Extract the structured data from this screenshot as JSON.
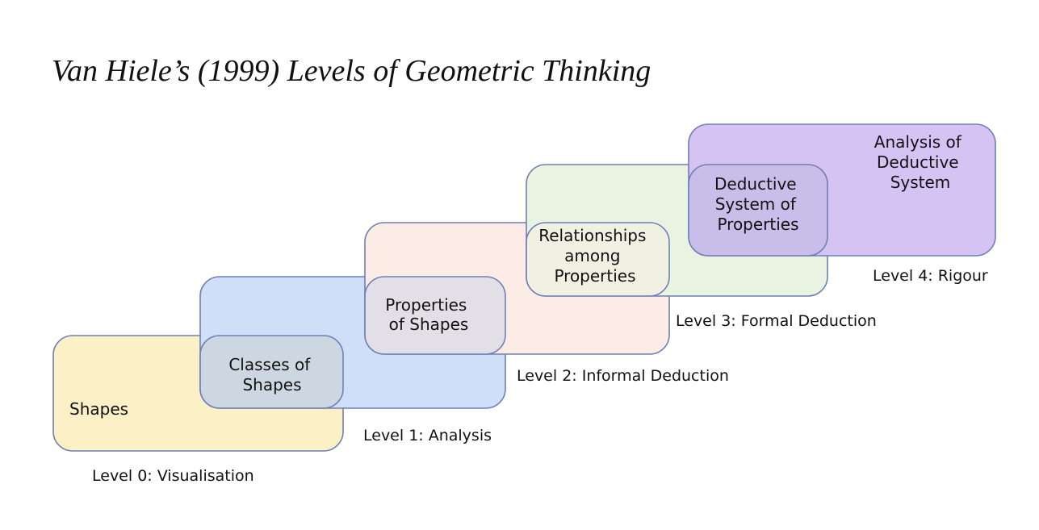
{
  "title": "Van Hiele’s (1999) Levels of Geometric Thinking",
  "colors": {
    "stroke": "#6f7fb6",
    "level0": "#fbf0c6",
    "level1": "#cfdff8",
    "level2": "#fcece6",
    "level3": "#e9f3e2",
    "level4": "#d5c3f3",
    "overlap01": "#cdd7e1",
    "overlap12": "#e2dfe7",
    "overlap23": "#f0f1e3",
    "overlap34": "#c9bde9"
  },
  "boxes": [
    {
      "id": "level-0",
      "level_label": "Level 0: Visualisation",
      "content_label": [
        "Shapes"
      ]
    },
    {
      "id": "level-1",
      "level_label": "Level 1: Analysis",
      "content_label": [
        "Classes of",
        "Shapes"
      ]
    },
    {
      "id": "level-2",
      "level_label": "Level 2: Informal Deduction",
      "content_label": [
        "Properties",
        "of Shapes"
      ]
    },
    {
      "id": "level-3",
      "level_label": "Level 3: Formal Deduction",
      "content_label": [
        "Relationships",
        "among",
        "Properties"
      ]
    },
    {
      "id": "level-4",
      "level_label": "Level 4: Rigour",
      "content_label": [
        "Deductive",
        "System of",
        "Properties"
      ]
    }
  ],
  "top_label": [
    "Analysis of",
    "Deductive",
    "System"
  ]
}
